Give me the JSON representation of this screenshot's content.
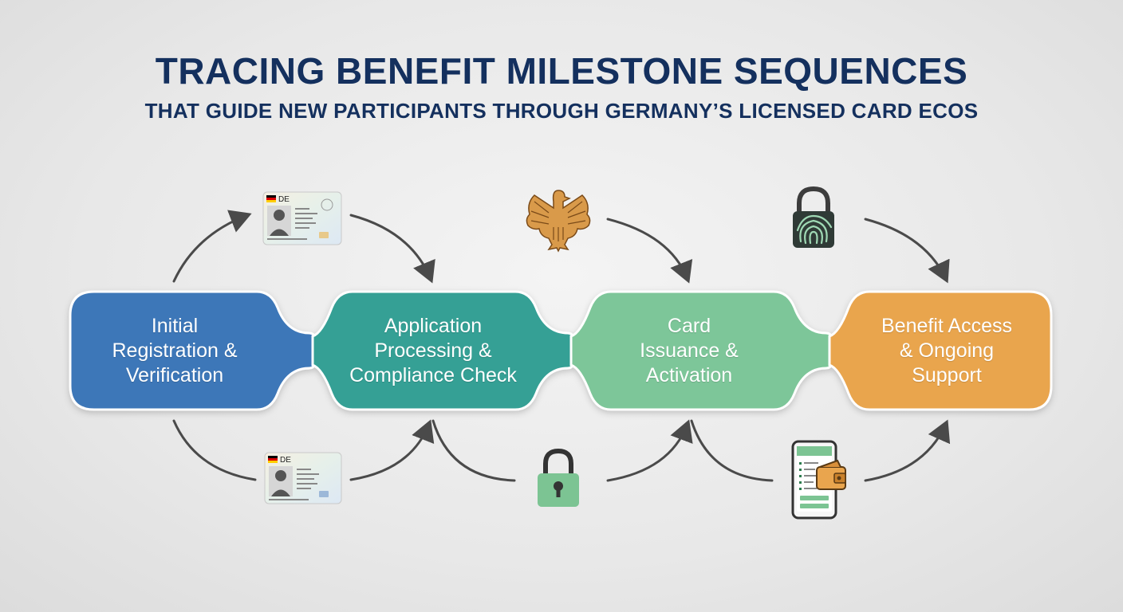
{
  "header": {
    "title": "TRACING BENEFIT MILESTONE SEQUENCES",
    "subtitle": "THAT GUIDE NEW PARTICIPANTS THROUGH GERMANY’S LICENSED CARD ECOS"
  },
  "stages": [
    {
      "label": "Initial\nRegistration &\nVerification",
      "color": "#3e77b8"
    },
    {
      "label": "Application\nProcessing &\nCompliance Check",
      "color": "#35a095"
    },
    {
      "label": "Card\nIssuance &\nActivation",
      "color": "#7dc699"
    },
    {
      "label": "Benefit Access\n& Ongoing\nSupport",
      "color": "#e9a54e"
    }
  ],
  "icons": {
    "id_card_label": "DE",
    "top": [
      "id-card-icon",
      "eagle-emblem-icon",
      "fingerprint-lock-icon"
    ],
    "bottom": [
      "id-card-icon",
      "padlock-icon",
      "mobile-wallet-icon"
    ]
  },
  "colors": {
    "title": "#14305e",
    "arrow": "#4a4a4a",
    "padlock": "#7cc493",
    "eagle": "#d99a4a"
  }
}
